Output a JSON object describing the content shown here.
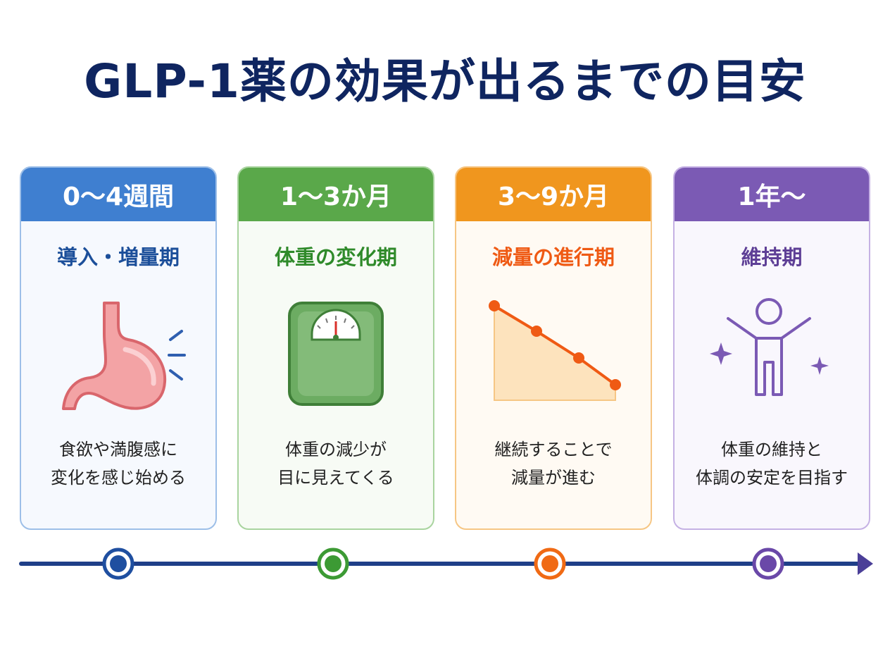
{
  "title": "GLP-1薬の効果が出るまでの目安",
  "phases": [
    {
      "period": "0～4週間",
      "name": "導入・増量期",
      "desc_line1": "食欲や満腹感に",
      "desc_line2": "変化を感じ始める",
      "color": "#3f7fd0",
      "name_color": "#1c4f9a",
      "bg": "#f6f9fe",
      "icon": "stomach-icon"
    },
    {
      "period": "1～3か月",
      "name": "体重の変化期",
      "desc_line1": "体重の減少が",
      "desc_line2": "目に見えてくる",
      "color": "#5aa84a",
      "name_color": "#2f8a2a",
      "bg": "#f7fbf5",
      "icon": "scale-icon"
    },
    {
      "period": "3～9か月",
      "name": "減量の進行期",
      "desc_line1": "継続することで",
      "desc_line2": "減量が進む",
      "color": "#f0961e",
      "name_color": "#ef5a14",
      "bg": "#fffaf3",
      "icon": "downward-graph-icon"
    },
    {
      "period": "1年～",
      "name": "維持期",
      "desc_line1": "体重の維持と",
      "desc_line2": "体調の安定を目指す",
      "color": "#7b5ab4",
      "name_color": "#5e3f96",
      "bg": "#f9f7fd",
      "icon": "person-sparkle-icon"
    }
  ],
  "timeline_color": "#1f3f88"
}
